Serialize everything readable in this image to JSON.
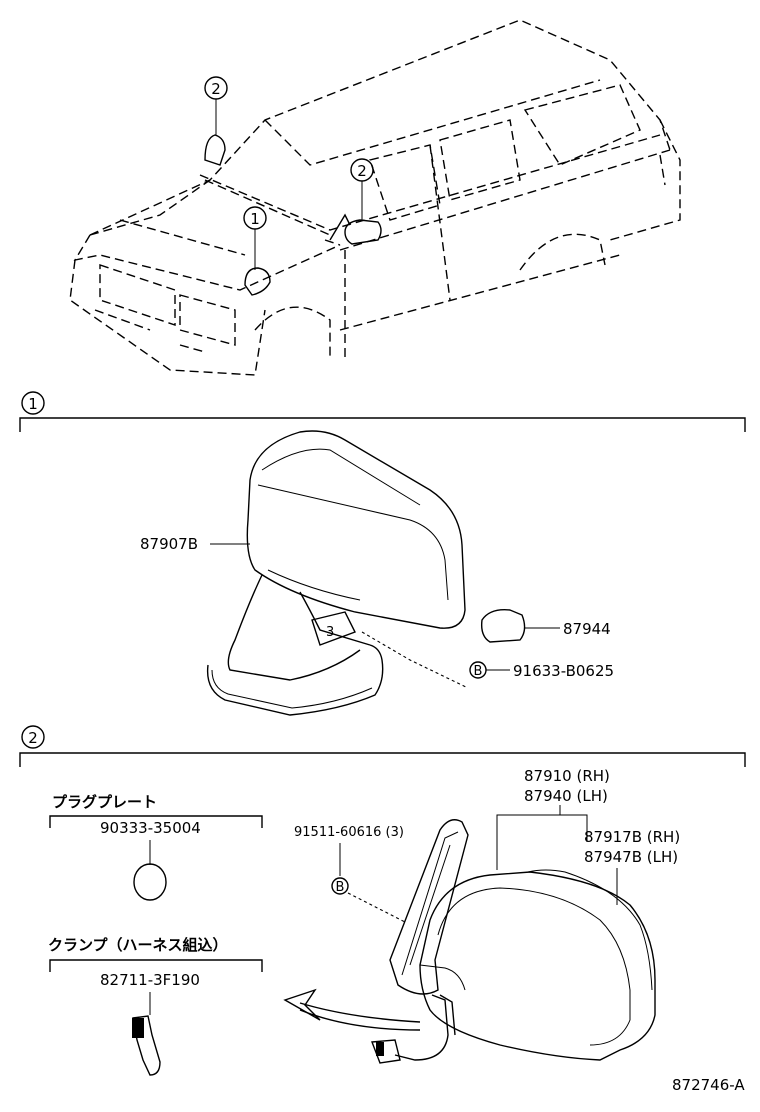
{
  "callouts": {
    "one": "1",
    "two": "2",
    "b": "B"
  },
  "section1": {
    "number": "1",
    "parts": {
      "mirror_assy": "87907B",
      "cover": "87944",
      "screw": "91633-B0625"
    }
  },
  "section2": {
    "number": "2",
    "plug_plate": {
      "title": "プラグプレート",
      "part": "90333-35004"
    },
    "clamp": {
      "title": "クランプ（ハーネス組込）",
      "part": "82711-3F190"
    },
    "parts": {
      "mirror_rh": "87910 (RH)",
      "mirror_lh": "87940 (LH)",
      "outer_rh": "87917B (RH)",
      "outer_lh": "87947B (LH)",
      "screw": "91511-60616 (3)"
    }
  },
  "figure_id": "872746-A"
}
